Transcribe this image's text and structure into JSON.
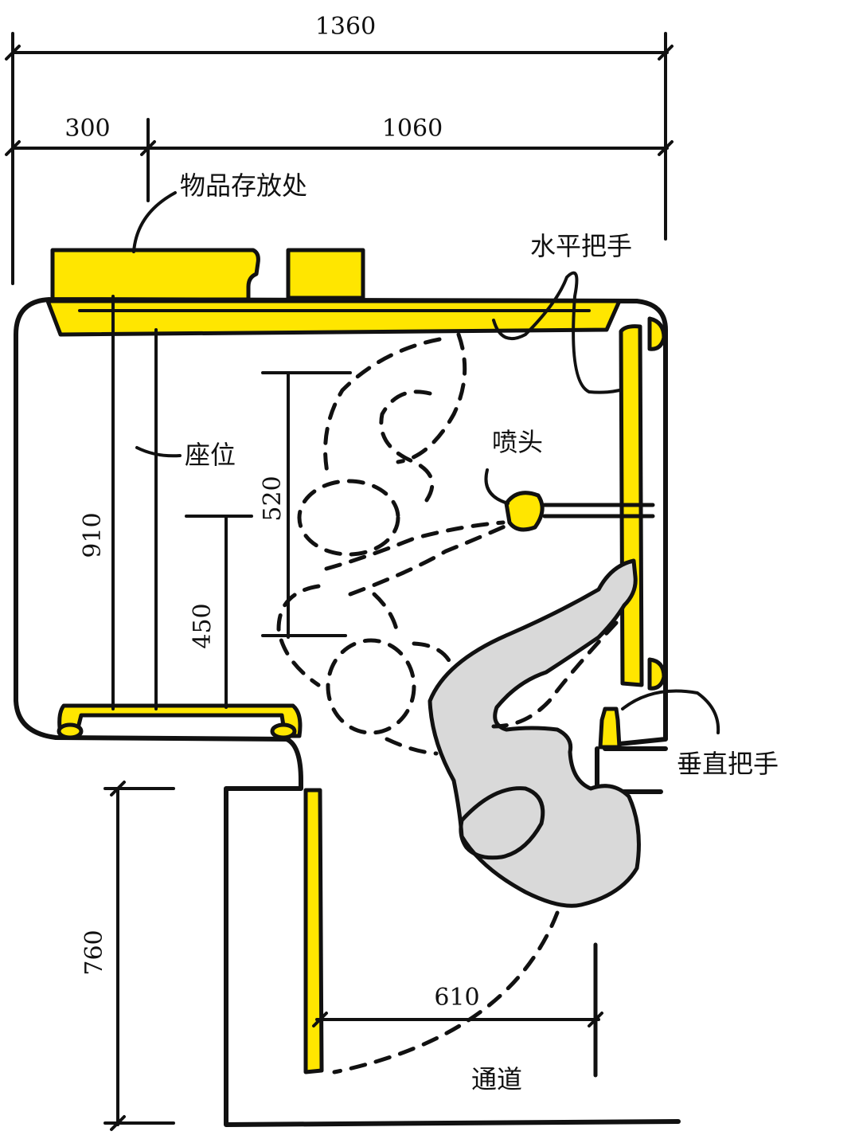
{
  "dimensions": {
    "total_width": "1360",
    "storage_width": "300",
    "remaining_width": "1060",
    "seat_depth": "910",
    "seat_height": "450",
    "showerhead_height": "520",
    "passage_width": "760",
    "door_clearance": "610"
  },
  "labels": {
    "storage": "物品存放处",
    "seat": "座位",
    "horizontal_grab_bar": "水平把手",
    "shower_head": "喷头",
    "vertical_grab_bar": "垂直把手",
    "passage": "通道"
  },
  "colors": {
    "fixture_yellow": "#FFE600",
    "figure_gray": "#d9d9d9",
    "ink": "#111111"
  }
}
